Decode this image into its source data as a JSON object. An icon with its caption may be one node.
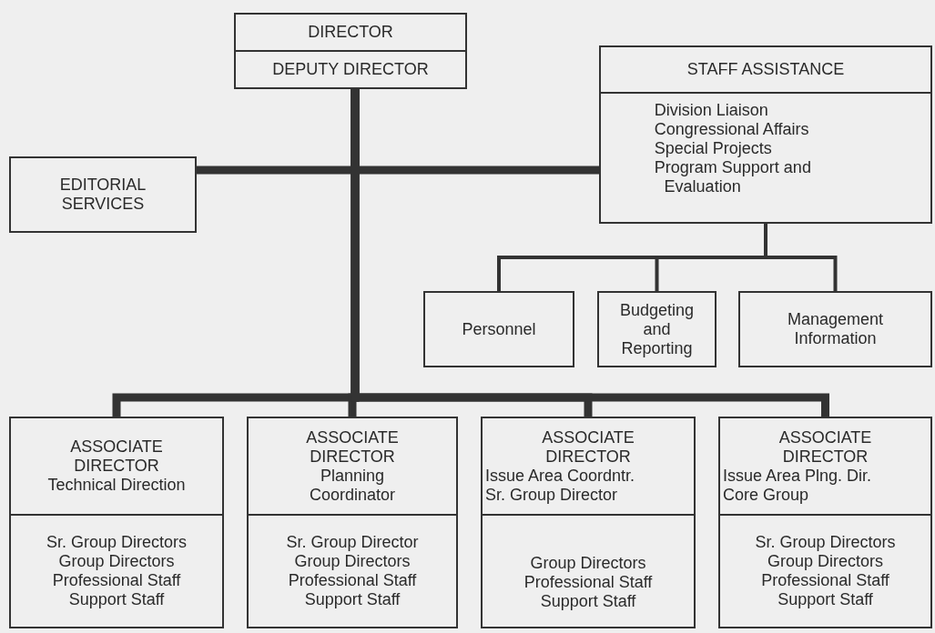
{
  "diagram": {
    "nodes": [
      {
        "text": [
          "DIRECTOR",
          "DEPUTY DIRECTOR"
        ]
      },
      {
        "text": [
          "EDITORIAL SERVICES"
        ]
      },
      {
        "text": [
          "STAFF ASSISTANCE",
          "Division Liaison",
          "Congressional Affairs",
          "Special Projects",
          "Program Support and Evaluation"
        ]
      },
      {
        "text": [
          "Personnel"
        ]
      },
      {
        "text": [
          "Budgeting and Reporting"
        ]
      },
      {
        "text": [
          "Management Information"
        ]
      },
      {
        "text": [
          "ASSOCIATE DIRECTOR",
          "Technical Direction",
          "Sr. Group Directors",
          "Group Directors",
          "Professional Staff",
          "Support Staff"
        ]
      },
      {
        "text": [
          "ASSOCIATE DIRECTOR",
          "Planning Coordinator",
          "Sr. Group Director",
          "Group Directors",
          "Professional Staff",
          "Support Staff"
        ]
      },
      {
        "text": [
          "ASSOCIATE DIRECTOR",
          "Issue Area Coordntr.",
          "Sr. Group Director",
          "Group Directors",
          "Professional Staff",
          "Support Staff"
        ]
      },
      {
        "text": [
          "ASSOCIATE DIRECTOR",
          "Issue Area Plng. Dir.",
          "Core Group",
          "Sr. Group Directors",
          "Group Directors",
          "Professional Staff",
          "Support Staff"
        ]
      }
    ],
    "edges": [
      {
        "from": 0,
        "to": 1,
        "arrow": "none"
      },
      {
        "from": 0,
        "to": 2,
        "arrow": "none"
      },
      {
        "from": 2,
        "to": 3,
        "arrow": "none"
      },
      {
        "from": 2,
        "to": 4,
        "arrow": "none"
      },
      {
        "from": 2,
        "to": 5,
        "arrow": "none"
      },
      {
        "from": 0,
        "to": 6,
        "arrow": "none"
      },
      {
        "from": 0,
        "to": 7,
        "arrow": "none"
      },
      {
        "from": 0,
        "to": 8,
        "arrow": "none"
      },
      {
        "from": 0,
        "to": 9,
        "arrow": "none"
      }
    ]
  }
}
